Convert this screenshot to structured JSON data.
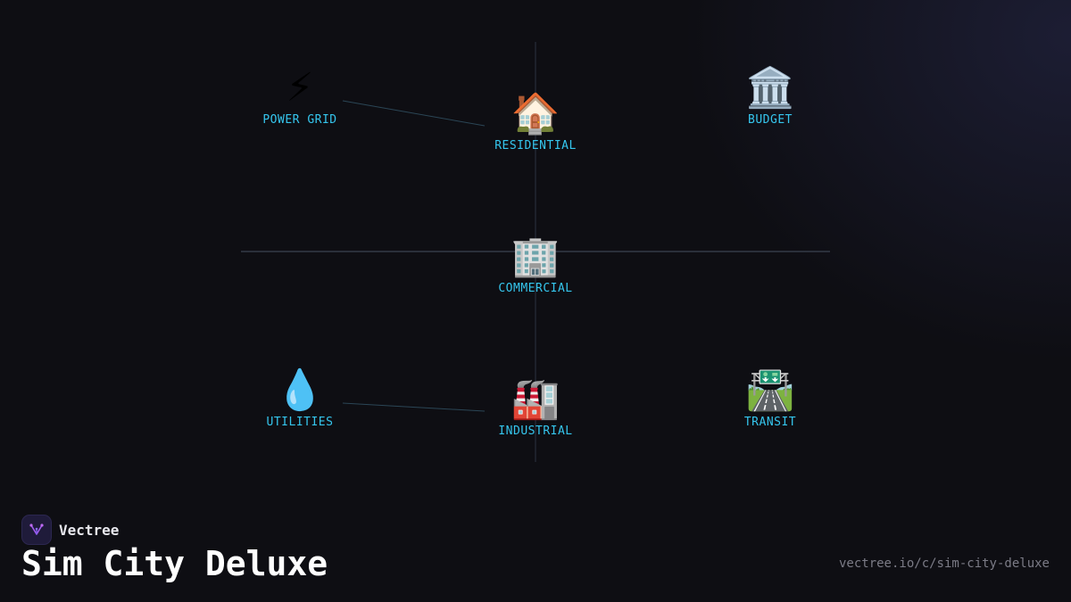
{
  "diagram": {
    "nodes": {
      "power_grid": {
        "icon": "lightning-icon",
        "glyph": "⚡",
        "label": "POWER GRID"
      },
      "residential": {
        "icon": "house-icon",
        "glyph": "🏠",
        "label": "RESIDENTIAL"
      },
      "budget": {
        "icon": "bank-icon",
        "glyph": "🏛️",
        "label": "BUDGET"
      },
      "commercial": {
        "icon": "office-building-icon",
        "glyph": "🏢",
        "label": "COMMERCIAL"
      },
      "utilities": {
        "icon": "water-drop-icon",
        "glyph": "💧",
        "label": "UTILITIES"
      },
      "industrial": {
        "icon": "factory-icon",
        "glyph": "🏭",
        "label": "INDUSTRIAL"
      },
      "transit": {
        "icon": "motorway-icon",
        "glyph": "🛣️",
        "label": "TRANSIT"
      }
    },
    "edges": [
      {
        "from": "power_grid",
        "to": "residential"
      },
      {
        "from": "utilities",
        "to": "industrial"
      }
    ],
    "colors": {
      "label": "#35c6ee",
      "axis": "#2a2f3a",
      "edge": "#2b4656"
    }
  },
  "footer": {
    "brand_name": "Vectree",
    "brand_icon": "vectree-logo-icon",
    "title": "Sim City Deluxe",
    "url": "vectree.io/c/sim-city-deluxe"
  }
}
